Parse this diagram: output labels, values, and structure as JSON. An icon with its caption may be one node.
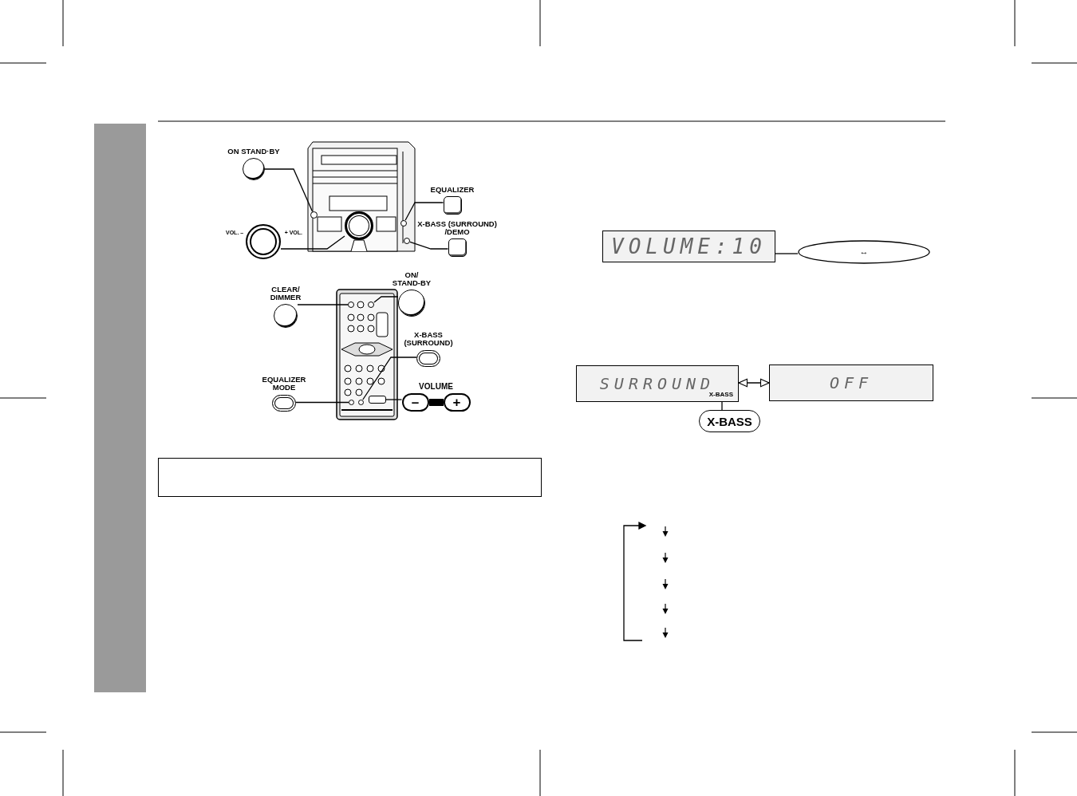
{
  "diagram": {
    "nodes": [
      {
        "text": [
          "ON STAND·BY"
        ]
      },
      {
        "text": [
          "VOL. –",
          "+ VOL."
        ]
      },
      {
        "text": [
          "EQUALIZER"
        ]
      },
      {
        "text": [
          "X-BASS (SURROUND) /DEMO"
        ]
      },
      {
        "text": [
          "CLEAR/ DIMMER"
        ]
      },
      {
        "text": [
          "ON/ STAND-BY"
        ]
      },
      {
        "text": [
          "X-BASS (SURROUND)"
        ]
      },
      {
        "text": [
          "EQUALIZER MODE"
        ]
      },
      {
        "text": [
          "VOLUME",
          "–",
          "+"
        ]
      },
      {
        "text": [],
        "shape": "box"
      },
      {
        "text": [
          "VOLUME:10"
        ]
      },
      {
        "text": [
          "↔"
        ]
      },
      {
        "text": [
          "SURROUND",
          "X-BASS"
        ]
      },
      {
        "text": [
          "OFF"
        ]
      },
      {
        "text": [
          "X-BASS"
        ]
      },
      {
        "text": [],
        "shape": "circle"
      },
      {
        "text": [],
        "shape": "circle"
      },
      {
        "text": [],
        "shape": "circle"
      },
      {
        "text": [],
        "shape": "circle"
      },
      {
        "text": [],
        "shape": "circle"
      },
      {
        "text": [],
        "shape": "circle"
      },
      {
        "text": [],
        "shape": "circle"
      },
      {
        "text": [],
        "shape": "circle"
      },
      {
        "text": [],
        "shape": "box"
      }
    ],
    "edges": [
      {
        "from": 0,
        "to": 15,
        "arrow": "none"
      },
      {
        "from": 1,
        "to": 16,
        "arrow": "none"
      },
      {
        "from": 2,
        "to": 17,
        "arrow": "none"
      },
      {
        "from": 3,
        "to": 18,
        "arrow": "none"
      },
      {
        "from": 4,
        "to": 19,
        "arrow": "none"
      },
      {
        "from": 5,
        "to": 20,
        "arrow": "none"
      },
      {
        "from": 6,
        "to": 21,
        "arrow": "none"
      },
      {
        "from": 7,
        "to": 22,
        "arrow": "none"
      },
      {
        "from": 8,
        "to": 23,
        "arrow": "none"
      },
      {
        "from": 11,
        "to": 10,
        "arrow": "none"
      },
      {
        "from": 12,
        "to": 13,
        "arrow": "both"
      },
      {
        "from": 14,
        "to": 12,
        "arrow": "none"
      }
    ]
  }
}
